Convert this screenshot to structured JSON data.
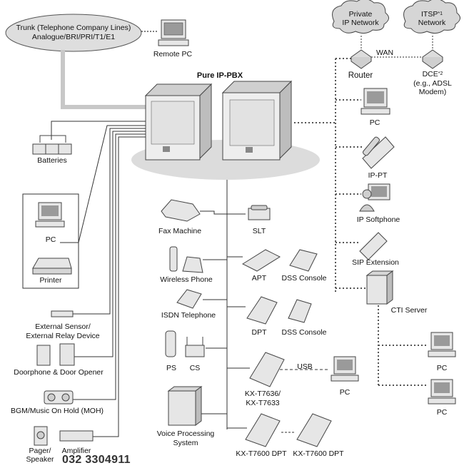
{
  "labels": {
    "trunk_line1": "Trunk (Telephone Company Lines)",
    "trunk_line2": "Analogue/BRI/PRI/T1/E1",
    "remote_pc": "Remote PC",
    "pbx_title": "Pure IP-PBX",
    "private_ip_1": "Private",
    "private_ip_2": "IP Network",
    "itsp": "ITSP",
    "itsp_sup": "*1",
    "itsp_network": "Network",
    "wan": "WAN",
    "router": "Router",
    "dce": "DCE",
    "dce_sup": "*2",
    "dce_eg": "(e.g., ADSL",
    "dce_modem": "Modem)",
    "pc_net": "PC",
    "ip_pt": "IP-PT",
    "ip_softphone": "IP Softphone",
    "sip_extension": "SIP Extension",
    "cti_server": "CTI Server",
    "pc_cti_1": "PC",
    "pc_cti_2": "PC",
    "batteries": "Batteries",
    "pc_left": "PC",
    "printer": "Printer",
    "ext_sensor_1": "External Sensor/",
    "ext_sensor_2": "External Relay Device",
    "doorphone": "Doorphone & Door Opener",
    "bgm": "BGM/Music On Hold (MOH)",
    "pager_1": "Pager/",
    "pager_2": "Speaker",
    "amplifier": "Amplifier",
    "fax": "Fax Machine",
    "slt": "SLT",
    "wireless": "Wireless Phone",
    "apt": "APT",
    "dss1": "DSS Console",
    "isdn": "ISDN Telephone",
    "dpt": "DPT",
    "dss2": "DSS Console",
    "ps": "PS",
    "cs": "CS",
    "kx_t7636_1": "KX-T7636/",
    "kx_t7636_2": "KX-T7633",
    "usb": "USB",
    "pc_usb": "PC",
    "vps_1": "Voice Processing",
    "vps_2": "System",
    "kx_t7600_a": "KX-T7600 DPT",
    "kx_t7600_b": "KX-T7600 DPT"
  },
  "watermark": "032 3304911",
  "colors": {
    "line": "#333333",
    "trunk_line": "#c8c8c8",
    "device_fill": "#e6e6e6",
    "device_stroke": "#444444",
    "ellipse_fill": "#dcdcdc"
  }
}
